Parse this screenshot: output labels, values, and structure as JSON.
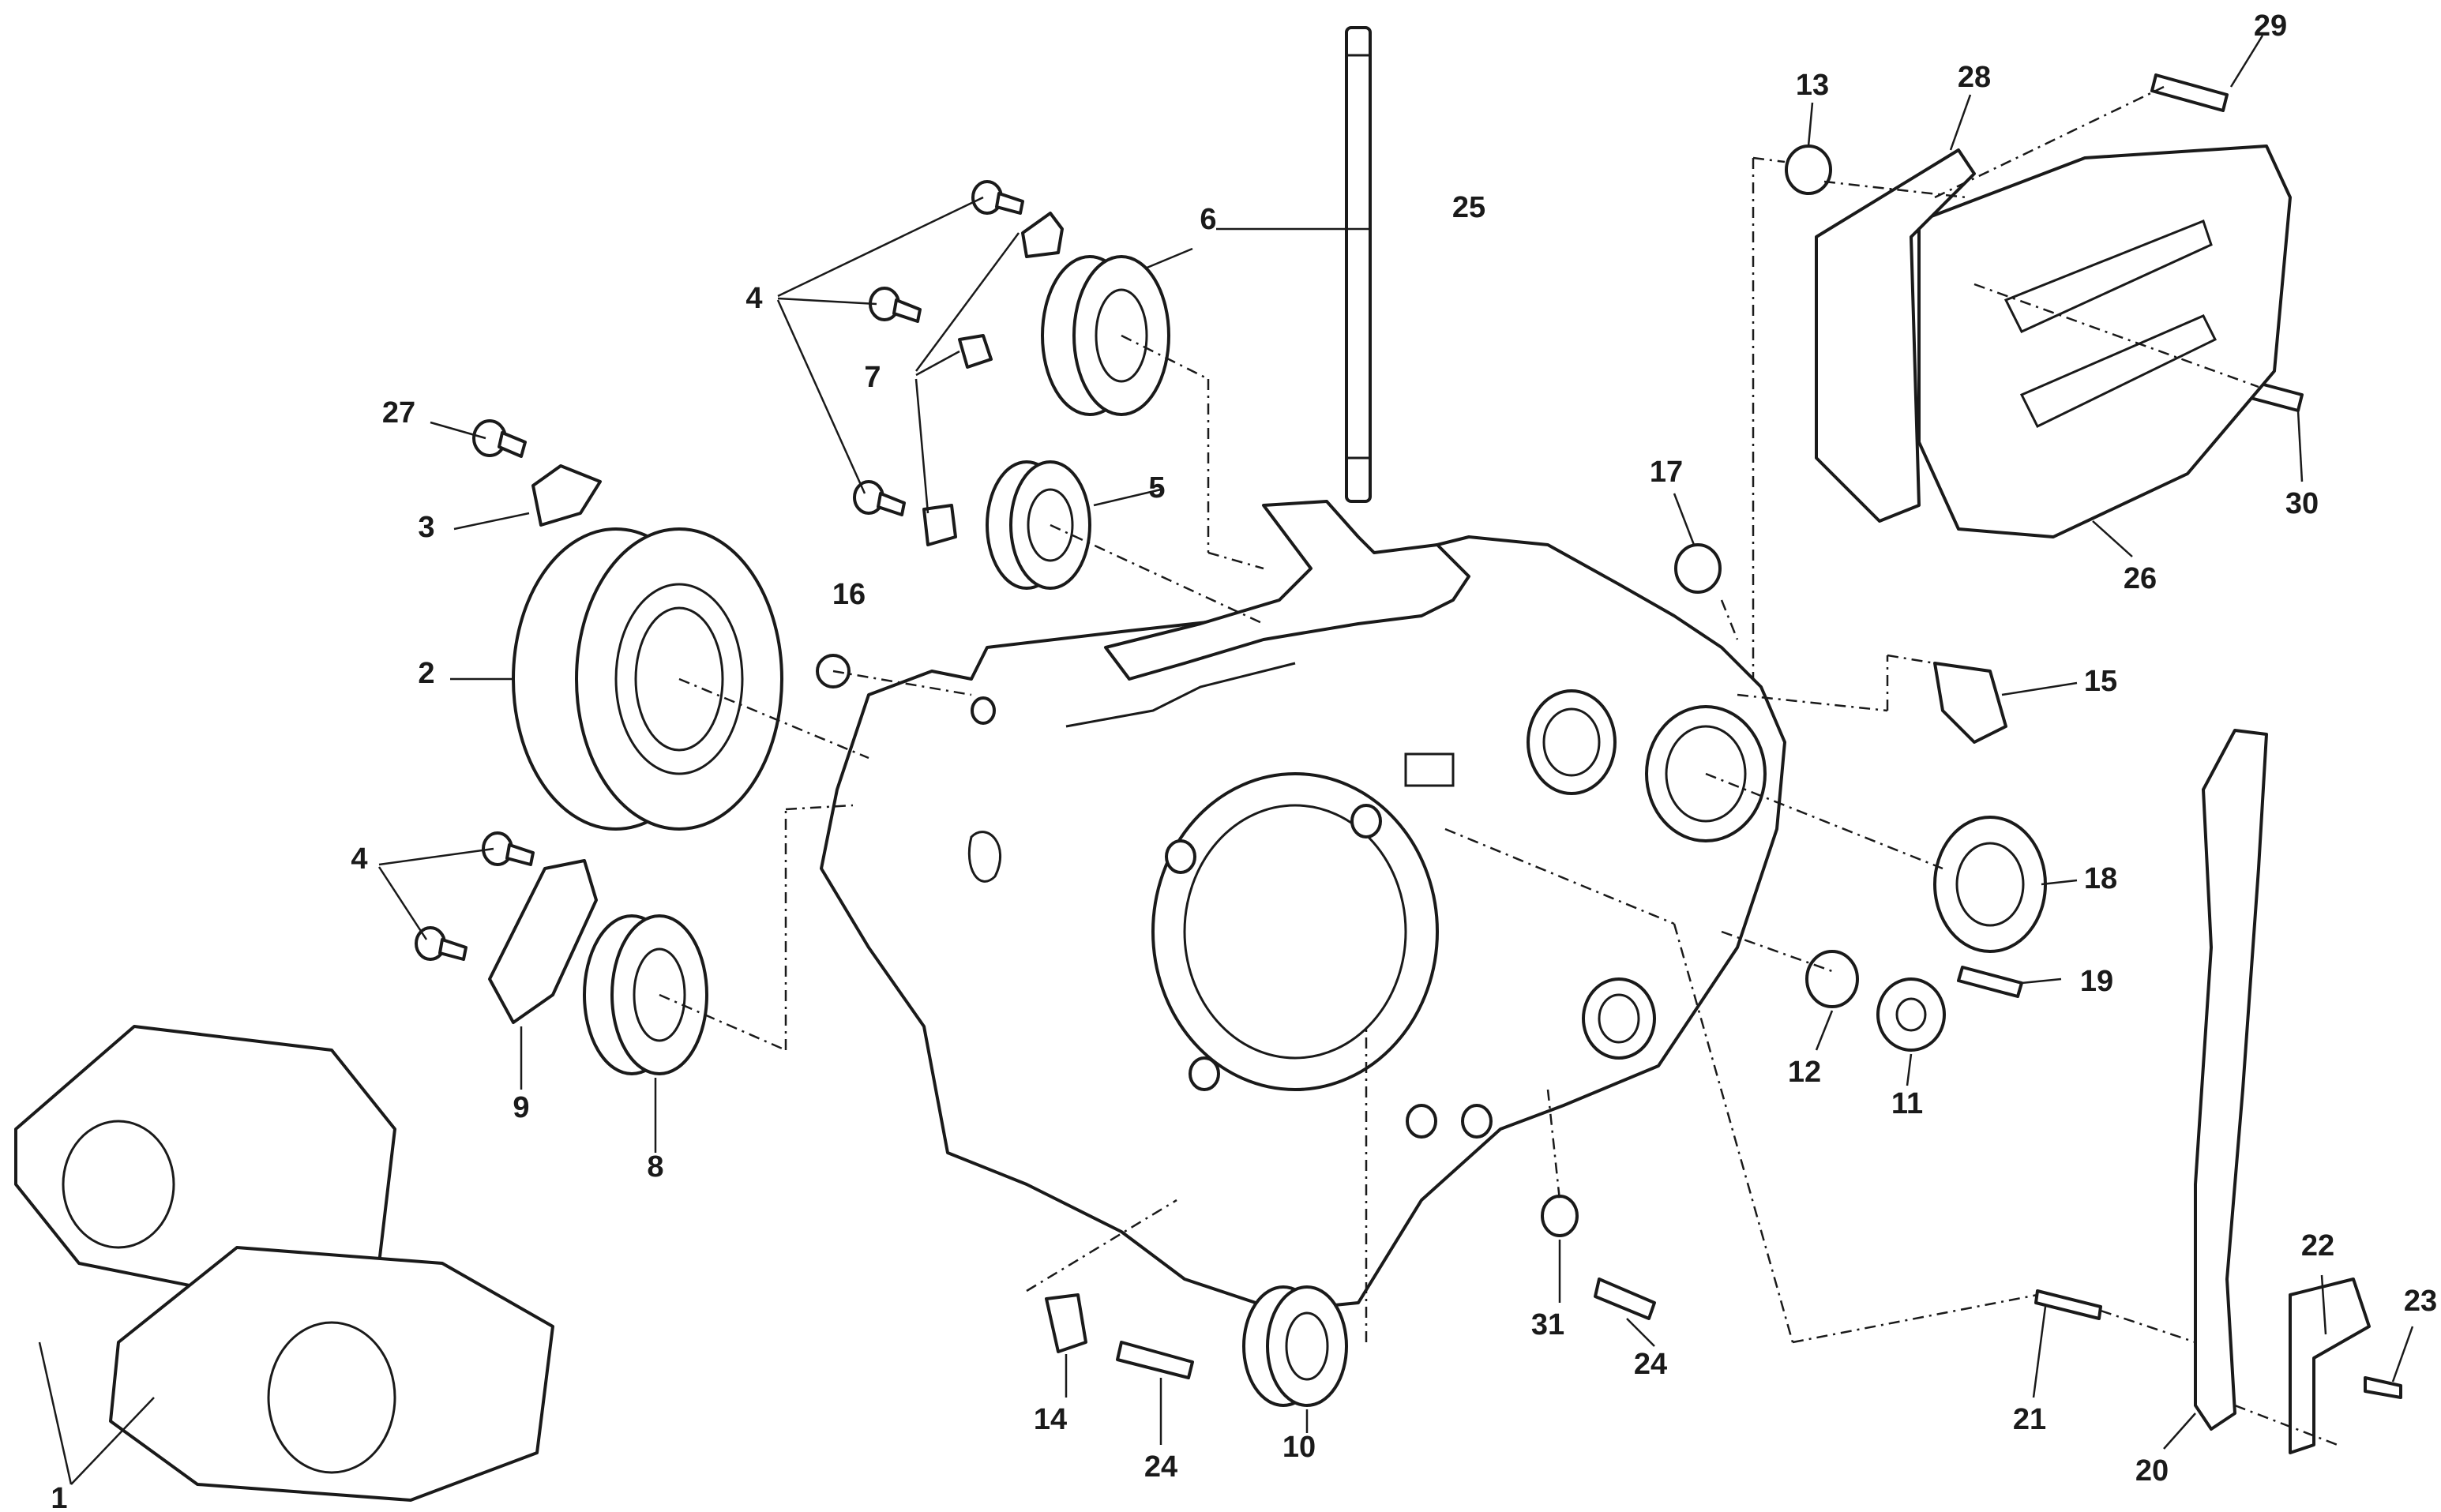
{
  "diagram": {
    "callouts": [
      "1",
      "2",
      "3",
      "4",
      "5",
      "6",
      "7",
      "8",
      "9",
      "10",
      "11",
      "12",
      "13",
      "14",
      "15",
      "16",
      "17",
      "18",
      "19",
      "20",
      "21",
      "22",
      "23",
      "24",
      "25",
      "26",
      "27",
      "28",
      "29",
      "30",
      "31"
    ],
    "colors": {
      "line": "#1a1a1a",
      "background": "#ffffff"
    }
  }
}
